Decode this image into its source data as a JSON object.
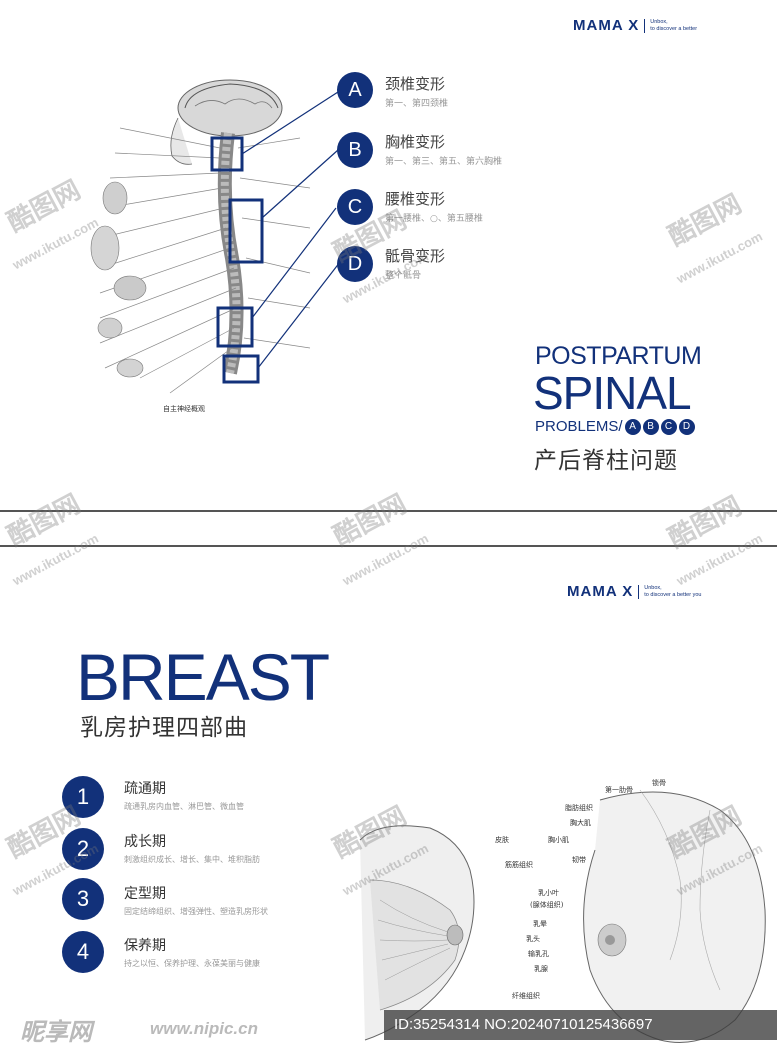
{
  "brand": {
    "name": "MAMA X",
    "tagline_top_1": "Unbox,",
    "tagline_top_2": "to discover a better",
    "tagline_bottom_1": "Unbox,",
    "tagline_bottom_2": "to discover a better you"
  },
  "spine": {
    "caption": "自主神经概观",
    "items": [
      {
        "letter": "A",
        "title": "颈椎变形",
        "sub": "第一、第四颈椎"
      },
      {
        "letter": "B",
        "title": "胸椎变形",
        "sub": "第一、第三、第五、第六胸椎"
      },
      {
        "letter": "C",
        "title": "腰椎变形",
        "sub": "第一腰椎、○、第五腰椎"
      },
      {
        "letter": "D",
        "title": "骶骨变形",
        "sub": "整个骶骨"
      }
    ],
    "headline_1": "POSTPARTUM",
    "headline_2": "SPINAL",
    "headline_3": "PROBLEMS/",
    "headline_letters": [
      "A",
      "B",
      "C",
      "D"
    ],
    "headline_cn": "产后脊柱问题"
  },
  "breast": {
    "title": "BREAST",
    "subtitle": "乳房护理四部曲",
    "phases": [
      {
        "num": "1",
        "title": "疏通期",
        "sub": "疏通乳房内血管、淋巴管、微血管"
      },
      {
        "num": "2",
        "title": "成长期",
        "sub": "刺激组织成长、增长、集中、堆积脂肪"
      },
      {
        "num": "3",
        "title": "定型期",
        "sub": "固定结缔组织、增强弹性、塑造乳房形状"
      },
      {
        "num": "4",
        "title": "保养期",
        "sub": "持之以恒、保养护理、永葆美丽与健康"
      }
    ],
    "labels": [
      "第一肋骨",
      "锁骨",
      "脂肪组织",
      "胸大肌",
      "皮肤",
      "胸小肌",
      "韧带",
      "筋筋组织",
      "乳小叶",
      "(腺体组织)",
      "乳晕",
      "乳头",
      "输乳孔",
      "乳腺",
      "纤维组织"
    ]
  },
  "watermarks": {
    "logo": "酷图网",
    "url": "www.ikutu.com",
    "footer_logo": "昵享网",
    "footer_url": "www.nipic.cn",
    "footer_id": "ID:35254314 NO:20240710125436697"
  }
}
